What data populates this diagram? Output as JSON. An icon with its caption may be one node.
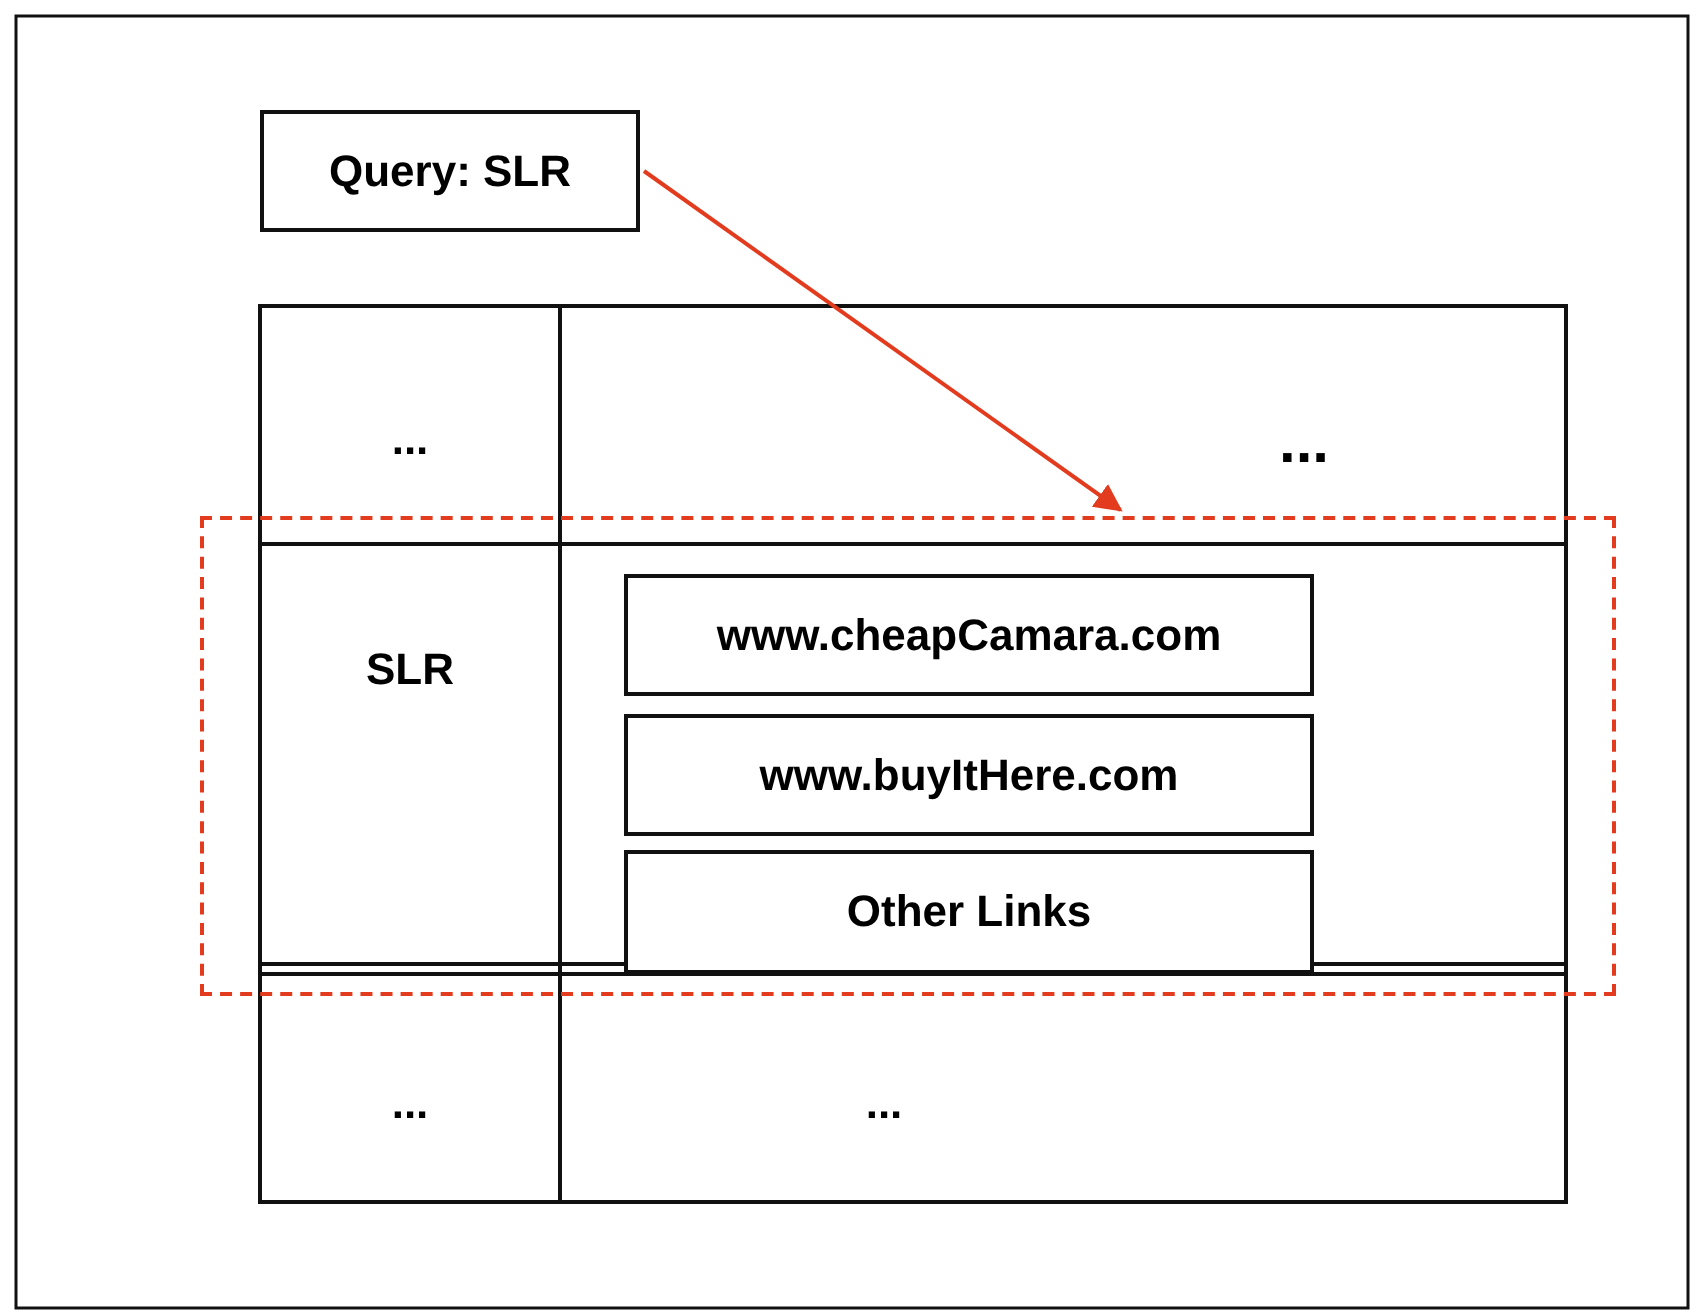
{
  "diagram": {
    "nodes": [
      {
        "text": [
          "Query: SLR"
        ]
      },
      {
        "text": [],
        "shape": "box"
      },
      {
        "text": [
          "www.cheapCamara.com"
        ],
        "in": 1
      },
      {
        "text": [
          "www.buyItHere.com"
        ],
        "in": 1
      },
      {
        "text": [
          "Other Links"
        ],
        "in": 1
      }
    ],
    "edges": [
      {
        "from": 0,
        "to": 1,
        "arrow": "to"
      }
    ],
    "labels": [
      "...",
      "...",
      "SLR",
      "...",
      "..."
    ]
  }
}
